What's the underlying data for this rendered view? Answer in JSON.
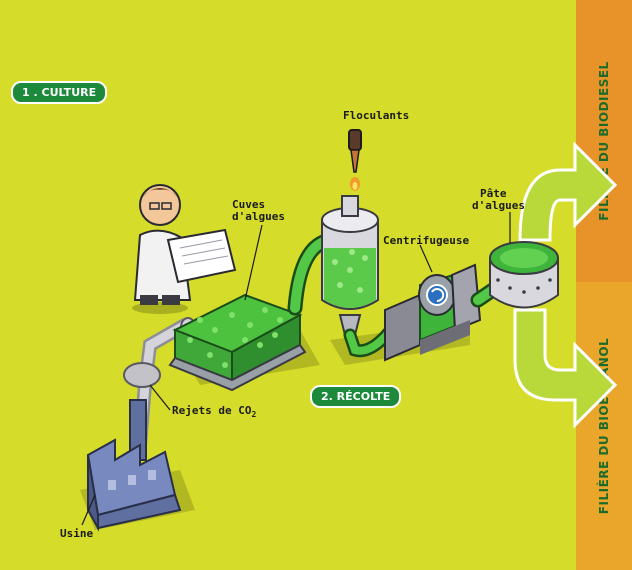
{
  "sections": {
    "culture": "1 . CULTURE",
    "recolte": "2. RÉCOLTE"
  },
  "bands": {
    "biodiesel": "FILIÈRE DU BIODIESEL",
    "bioethanol": "FILIÈRE DU BIOÉTHANOL"
  },
  "labels": {
    "floculants": "Floculants",
    "cuves_line1": "Cuves",
    "cuves_line2": "d'algues",
    "centrifugeuse": "Centrifugeuse",
    "pate_line1": "Pâte",
    "pate_line2": "d'algues",
    "rejets": "Rejets de CO",
    "rejets_sub": "2",
    "usine": "Usine"
  },
  "colors": {
    "background": "#d6dc2a",
    "algae_green": "#3fb43a",
    "pipe_grey": "#c8c8cc",
    "section_pill": "#1c8a3a",
    "biodiesel_band": "#e8932a",
    "bioethanol_band": "#eaa62a"
  }
}
